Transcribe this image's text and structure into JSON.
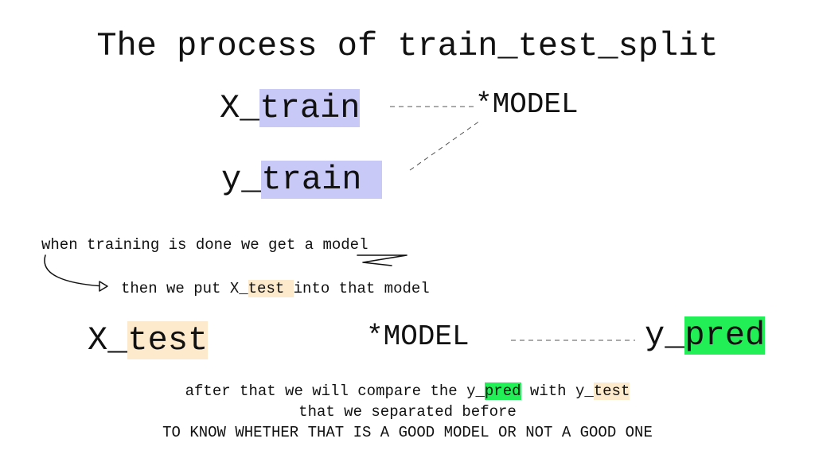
{
  "title": "The process of train_test_split",
  "top": {
    "x_train": {
      "prefix": "X_",
      "highlight": "train"
    },
    "y_train": {
      "prefix": "y_",
      "highlight": "train "
    },
    "model": "*MODEL"
  },
  "notes": {
    "line1_prefix": "when training is done we get a ",
    "line1_underlined": "model",
    "line2_prefix": "then we put ",
    "line2_var_prefix": "X_",
    "line2_var_highlight": "test ",
    "line2_suffix": "into that model"
  },
  "bottom": {
    "x_test": {
      "prefix": "X_",
      "highlight": "test"
    },
    "model": "*MODEL",
    "y_pred": {
      "prefix": "y_",
      "highlight": "pred"
    }
  },
  "conclusion": {
    "line1_a": "after that we will compare the ",
    "line1_pred_prefix": "y_",
    "line1_pred_highlight": "pred",
    "line1_b": " with ",
    "line1_test_prefix": "y_",
    "line1_test_highlight": "test",
    "line2": "that we separated before",
    "line3": "TO KNOW WHETHER THAT IS A GOOD MODEL OR NOT A GOOD ONE"
  },
  "colors": {
    "train_highlight": "#c9c9f7",
    "test_highlight": "#fde9cc",
    "pred_highlight": "#22ee55",
    "ink": "#111111"
  }
}
